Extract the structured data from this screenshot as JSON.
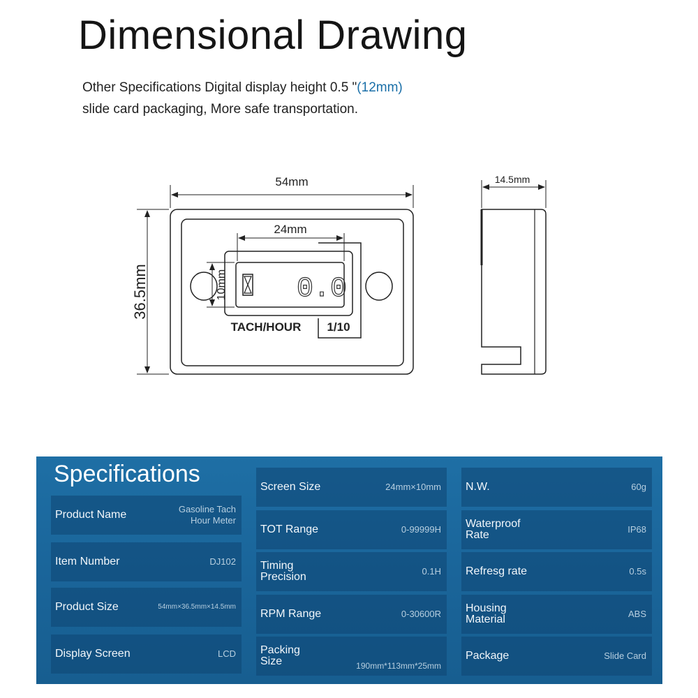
{
  "header": {
    "title": "Dimensional Drawing",
    "line1_main": "Other Specifications Digital display height 0.5 \"",
    "line1_accent": "(12mm)",
    "line2": "slide card packaging, More safe transportation."
  },
  "drawing": {
    "width_label": "54mm",
    "height_label": "36.5mm",
    "screen_width_label": "24mm",
    "screen_height_label": "10mm",
    "depth_label": "14.5mm",
    "device_label": "TACH/HOUR",
    "device_ratio": "1/10",
    "lcd_digits": "0.0"
  },
  "specs": {
    "title": "Specifications",
    "col1": [
      {
        "label": "Product Name",
        "value": "Gasoline Tach Hour Meter"
      },
      {
        "label": "Item Number",
        "value": "DJ102"
      },
      {
        "label": "Product Size",
        "value": "54mm×36.5mm×14.5mm"
      },
      {
        "label": "Display Screen",
        "value": "LCD"
      }
    ],
    "col2": [
      {
        "label": "Screen Size",
        "value": "24mm×10mm"
      },
      {
        "label": "TOT Range",
        "value": "0-99999H"
      },
      {
        "label": "Timing Precision",
        "value": "0.1H"
      },
      {
        "label": "RPM Range",
        "value": "0-30600R"
      },
      {
        "label": "Packing Size",
        "value": "190mm*113mm*25mm"
      }
    ],
    "col3": [
      {
        "label": "N.W.",
        "value": "60g"
      },
      {
        "label": "Waterproof Rate",
        "value": "IP68"
      },
      {
        "label": "Refresg rate",
        "value": "0.5s"
      },
      {
        "label": "Housing Material",
        "value": "ABS"
      },
      {
        "label": "Package",
        "value": "Slide Card"
      }
    ]
  }
}
